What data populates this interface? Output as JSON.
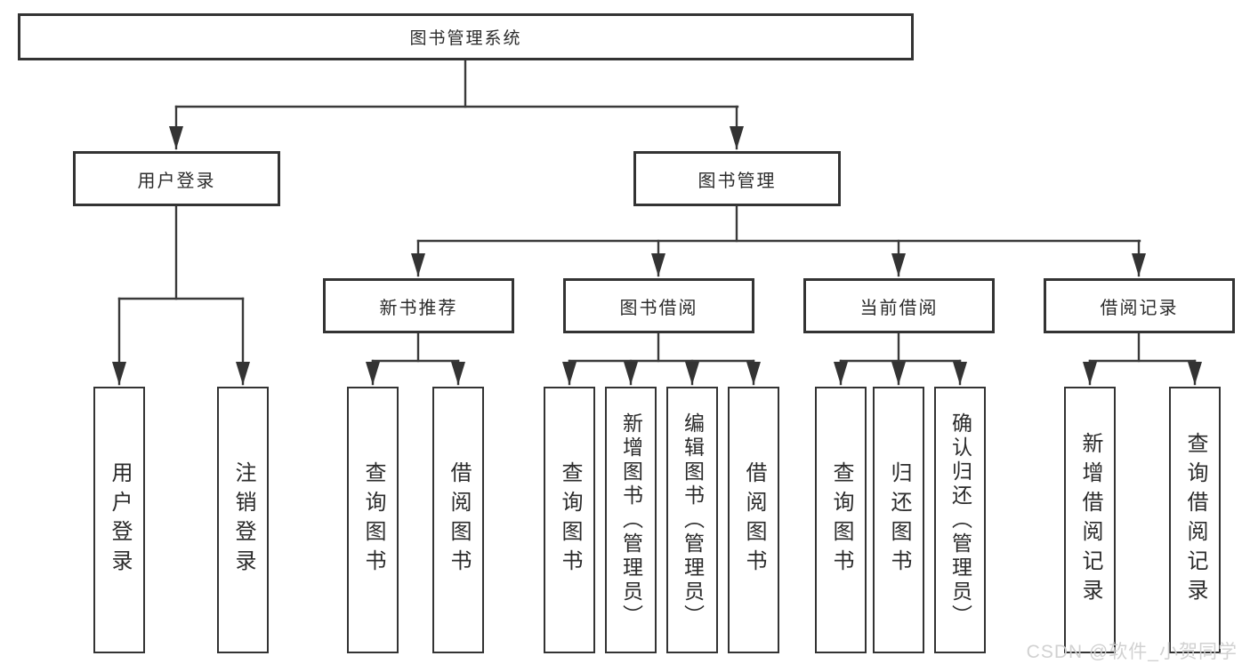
{
  "style": {
    "line_color": "#3a3a3a",
    "box_border_color": "#333333",
    "text_color": "#2b2b2b",
    "watermark_color": "#cfcfcf",
    "background": "#ffffff"
  },
  "tree": {
    "root": {
      "label": "图书管理系统"
    },
    "branches": [
      {
        "label": "用户登录",
        "children": [
          {
            "label": "用户登录"
          },
          {
            "label": "注销登录"
          }
        ]
      },
      {
        "label": "图书管理",
        "children": [
          {
            "label": "新书推荐",
            "children": [
              {
                "label": "查询图书"
              },
              {
                "label": "借阅图书"
              }
            ]
          },
          {
            "label": "图书借阅",
            "children": [
              {
                "label": "查询图书"
              },
              {
                "label": "新增图书（管理员）"
              },
              {
                "label": "编辑图书（管理员）"
              },
              {
                "label": "借阅图书"
              }
            ]
          },
          {
            "label": "当前借阅",
            "children": [
              {
                "label": "查询图书"
              },
              {
                "label": "归还图书"
              },
              {
                "label": "确认归还（管理员）"
              }
            ]
          },
          {
            "label": "借阅记录",
            "children": [
              {
                "label": "新增借阅记录"
              },
              {
                "label": "查询借阅记录"
              }
            ]
          }
        ]
      }
    ]
  },
  "watermark": {
    "text": "CSDN @软件_小贺同学"
  }
}
